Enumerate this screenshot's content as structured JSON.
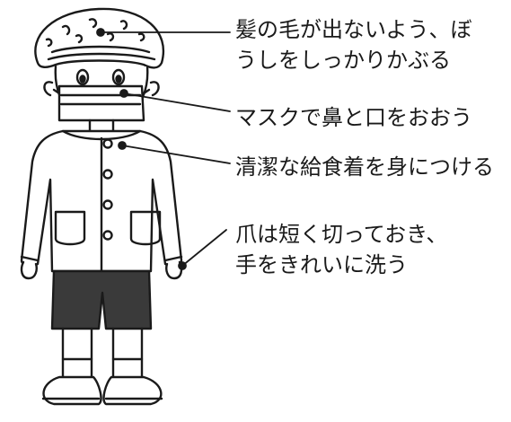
{
  "labels": {
    "cap": {
      "line1": "髪の毛が出ないよう、ぼ",
      "line2": "うしをしっかりかぶる"
    },
    "mask": {
      "text": "マスクで鼻と口をおおう"
    },
    "coat": {
      "text": "清潔な給食着を身につける"
    },
    "nails": {
      "line1": "爪は短く切っておき、",
      "line2": "手をきれいに洗う"
    }
  },
  "colors": {
    "line": "#1a1a1a",
    "fill_dark": "#3a3a3a",
    "background": "#ffffff"
  }
}
